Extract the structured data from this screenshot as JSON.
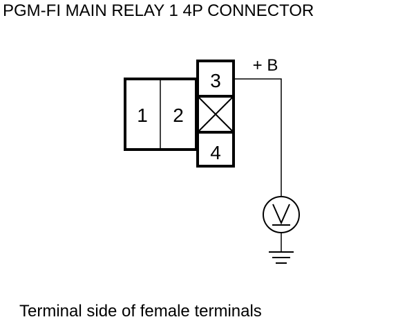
{
  "title": "PGM-FI MAIN RELAY 1 4P CONNECTOR",
  "connector": {
    "terminals": [
      {
        "number": "1"
      },
      {
        "number": "2"
      },
      {
        "number": "3"
      },
      {
        "number": "4"
      }
    ]
  },
  "supply_label": "+ B",
  "caption": "Terminal side of female terminals"
}
